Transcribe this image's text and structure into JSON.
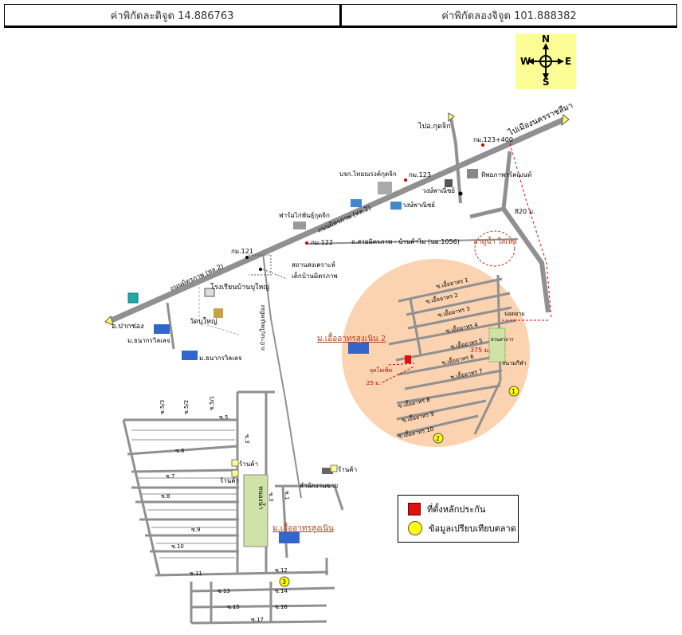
{
  "header": {
    "latitude_label": "ค่าพิกัดละติจูด 14.886763",
    "longitude_label": "ค่าพิกัดลองจิจูด 101.888382"
  },
  "compass": {
    "n": "N",
    "s": "S",
    "e": "E",
    "w": "W"
  },
  "map": {
    "to_korat": "ไปเมืองนครราชสีมา",
    "to_pakchong": "อ.ปากช่อง",
    "to_kutjik": "ไปอ.กุดจิก",
    "km_123_400": "กม.123+400",
    "km_123": "กม.123",
    "km_122": "กม.122",
    "km_121": "กม.121",
    "road_name_a": "ถนนมิตรภาพ (ทล.2)",
    "road_name_b": "ถนนมิตรภาพ (ทล.2)",
    "company": "บจก.ไทยณรงค์กุดจิก",
    "wongpanich_a": "วงษ์พาณิชย์",
    "wongpanich_b": "วงษ์พาณิชย์",
    "thai_trade_park": "ทิพยภาพาร์คเมนท์",
    "farm": "ฟาร์มไก่พันธุ์กุดจิก",
    "road_1056": "ถ.สายมิตรภาพ - บ้านค้าไม (นม.1056)",
    "dam": "ลาดูน้ำ ใสเหล",
    "dist_820": "820 ม.",
    "welfare_a": "สถานสงเคราะห์",
    "welfare_b": "เด็กบ้านมิตรภาพ",
    "school": "โรงเรียนบ้านบุใหญ่",
    "temple": "วัดบุใหญ่",
    "village_thanakorn_a": "ม.ธนากรวิลเลจ",
    "village_thanakorn_b": "ม.ธนากรวิลเลจ",
    "road_bu_yai": "ถ.บ้านบุใหญ่เหมือง",
    "village_main2": "ม.เอื้ออาทรสูงเนิน 2",
    "start_point": "จุดโยเซ็ต",
    "dist_25": "25 ม.",
    "dist_375": "375 ม.",
    "tank": "บ่อดยาม",
    "park": "สวนสาธาร",
    "open_space": "สนามกีฬา",
    "village_main": "ม.เอื้ออาทรสูงเนิน",
    "office": "สำนักงานขาย",
    "shop_a": "ร้านค้า",
    "shop_b": "ร้านค้า",
    "shop_c": "ร้านค้า",
    "pond": "หนองน้ำ",
    "marker_1": "1",
    "marker_2": "2",
    "marker_3": "3",
    "soi_circle": [
      "ซ.เอื้ออาทร 1",
      "ซ.เอื้ออาทร 2",
      "ซ.เอื้ออาทร 3",
      "ซ.เอื้ออาทร 4",
      "ซ.เอื้ออาทร 5",
      "ซ.เอื้ออาทร 6",
      "ซ.เอื้ออาทร 7",
      "ซ.เอื้ออาทร 8",
      "ซ.เอื้ออาทร 9",
      "ซ.เอื้ออาทร 10"
    ],
    "soi_grid": [
      "ซ.5/3",
      "ซ.5/2",
      "ซ.5/1",
      "ซ.5",
      "ซ.6",
      "ซ.7",
      "ซ.8",
      "ซ.9",
      "ซ.10",
      "ซ.11",
      "ซ.12",
      "ซ.13",
      "ซ.14",
      "ซ.15",
      "ซ.16",
      "ซ.17",
      "ซ.3",
      "ซ.3",
      "ซ.1"
    ]
  },
  "legend": {
    "property_label": "ที่ตั้งหลักประกัน",
    "market_label": "ข้อมูลเปรียบเทียบตลาด"
  },
  "colors": {
    "road": "#909090",
    "circle": "#fbd3b0",
    "property": "#e01010",
    "marker": "#ffff00",
    "park": "#cfe3a8"
  }
}
